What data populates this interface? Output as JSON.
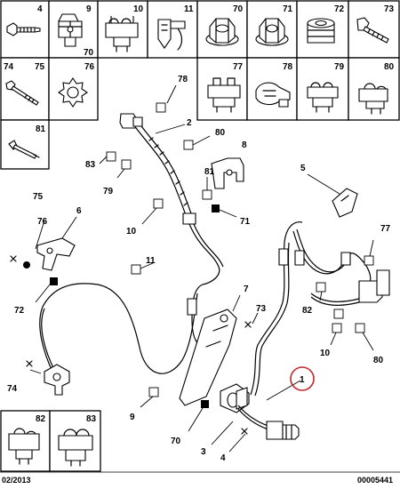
{
  "catalog_grid": {
    "cells": [
      {
        "num": "4"
      },
      {
        "num": "9"
      },
      {
        "num": "70"
      },
      {
        "num": "10"
      },
      {
        "num": "11"
      },
      {
        "num": "70"
      },
      {
        "num": "71"
      },
      {
        "num": "72"
      },
      {
        "num": "73"
      },
      {
        "num": "74"
      },
      {
        "num": "75"
      },
      {
        "num": "76"
      },
      {
        "num": "77"
      },
      {
        "num": "78"
      },
      {
        "num": "79"
      },
      {
        "num": "80"
      },
      {
        "num": "81"
      },
      {
        "num": "82"
      },
      {
        "num": "83"
      }
    ]
  },
  "callouts": [
    "78",
    "2",
    "80",
    "8",
    "83",
    "81",
    "79",
    "71",
    "10",
    "5",
    "75",
    "6",
    "76",
    "77",
    "11",
    "72",
    "7",
    "73",
    "82",
    "10",
    "74",
    "80",
    "1",
    "9",
    "70",
    "3",
    "4"
  ],
  "footer": {
    "date": "02/2013",
    "reference": "00005441"
  }
}
